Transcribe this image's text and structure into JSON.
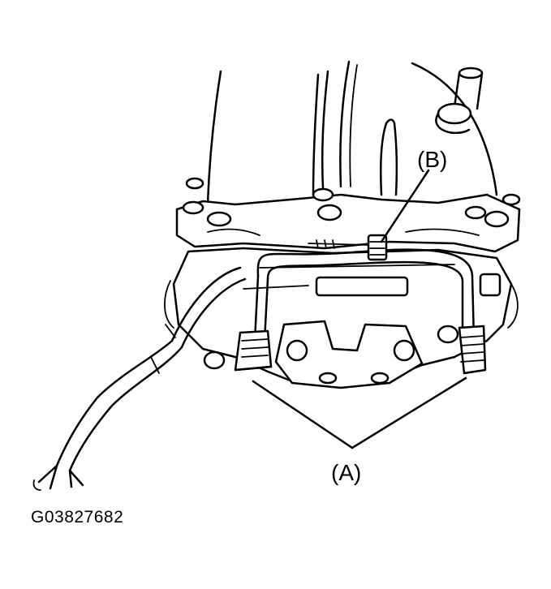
{
  "diagram": {
    "callouts": {
      "a": "(A)",
      "b": "(B)"
    },
    "figure_code": "G03827682",
    "colors": {
      "ink": "#000000",
      "paper": "#ffffff"
    }
  }
}
